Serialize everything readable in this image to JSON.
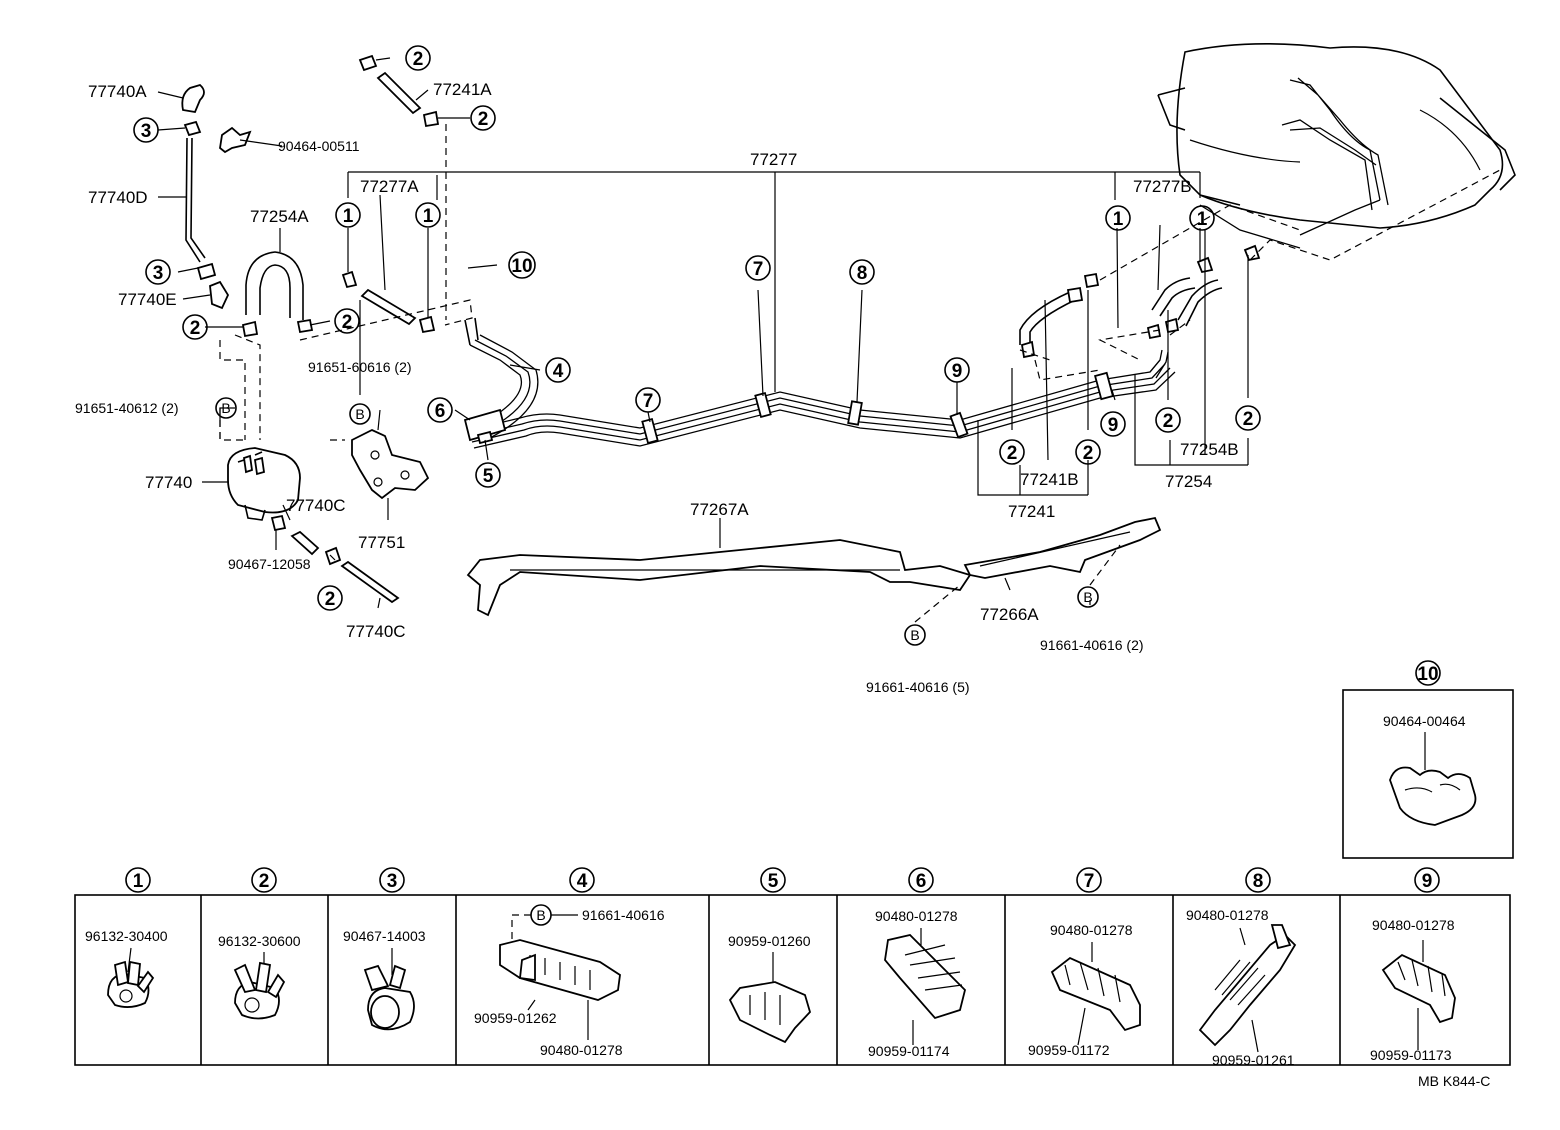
{
  "part_labels": {
    "p77740A": "77740A",
    "p77740D": "77740D",
    "p77740E": "77740E",
    "p90464_00511": "90464-00511",
    "p77241A": "77241A",
    "p77277": "77277",
    "p77277A": "77277A",
    "p77254A": "77254A",
    "p77277B": "77277B",
    "p91651_40612": "91651-40612 (2)",
    "p91651_60616": "91651-60616 (2)",
    "p77740": "77740",
    "p77740C_a": "77740C",
    "p90467_12058": "90467-12058",
    "p77740C_b": "77740C",
    "p77751": "77751",
    "p77267A": "77267A",
    "p77266A": "77266A",
    "p91661_40616_5": "91661-40616 (5)",
    "p91661_40616_2": "91661-40616 (2)",
    "p77254B": "77254B",
    "p77254": "77254",
    "p77241B": "77241B",
    "p77241": "77241",
    "p90464_00464": "90464-00464"
  },
  "callouts": {
    "c1": "1",
    "c2": "2",
    "c3": "3",
    "c4": "4",
    "c5": "5",
    "c6": "6",
    "c7": "7",
    "c8": "8",
    "c9": "9",
    "c10": "10",
    "cB": "B"
  },
  "legend": {
    "cells": [
      {
        "num": "1",
        "parts": [
          "96132-30400"
        ]
      },
      {
        "num": "2",
        "parts": [
          "96132-30600"
        ]
      },
      {
        "num": "3",
        "parts": [
          "90467-14003"
        ]
      },
      {
        "num": "4",
        "parts": [
          "91661-40616",
          "90959-01262",
          "90480-01278"
        ]
      },
      {
        "num": "5",
        "parts": [
          "90959-01260"
        ]
      },
      {
        "num": "6",
        "parts": [
          "90480-01278",
          "90959-01174"
        ]
      },
      {
        "num": "7",
        "parts": [
          "90480-01278",
          "90959-01172"
        ]
      },
      {
        "num": "8",
        "parts": [
          "90480-01278",
          "90959-01261"
        ]
      },
      {
        "num": "9",
        "parts": [
          "90480-01278",
          "90959-01173"
        ]
      }
    ]
  },
  "inset": {
    "num": "10",
    "part": "90464-00464"
  },
  "footer_code": "MB  K844-C"
}
